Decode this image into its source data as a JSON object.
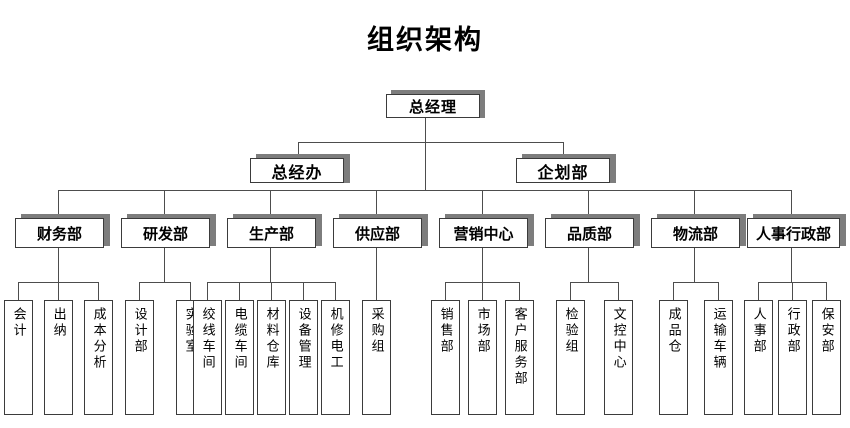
{
  "title": "组织架构",
  "colors": {
    "background": "#ffffff",
    "box_fill": "#ffffff",
    "box_border": "#3b3b3b",
    "box_shadow": "#7d7d7d",
    "line": "#4d4d4d",
    "text": "#000000"
  },
  "levels": {
    "level1": [
      {
        "label": "总经理"
      }
    ],
    "level2": [
      {
        "label": "总经办"
      },
      {
        "label": "企划部"
      }
    ],
    "level3": [
      {
        "label": "财务部"
      },
      {
        "label": "研发部"
      },
      {
        "label": "生产部"
      },
      {
        "label": "供应部"
      },
      {
        "label": "营销中心"
      },
      {
        "label": "品质部"
      },
      {
        "label": "物流部"
      },
      {
        "label": "人事行政部"
      }
    ],
    "level4": [
      {
        "label": "会计",
        "parent": "财务部"
      },
      {
        "label": "出纳",
        "parent": "财务部"
      },
      {
        "label": "成本分析",
        "parent": "财务部"
      },
      {
        "label": "设计部",
        "parent": "研发部"
      },
      {
        "label": "实验室",
        "parent": "研发部"
      },
      {
        "label": "绞线车间",
        "parent": "生产部"
      },
      {
        "label": "电缆车间",
        "parent": "生产部"
      },
      {
        "label": "材料仓库",
        "parent": "生产部"
      },
      {
        "label": "设备管理",
        "parent": "生产部"
      },
      {
        "label": "机修电工",
        "parent": "生产部"
      },
      {
        "label": "采购组",
        "parent": "供应部"
      },
      {
        "label": "销售部",
        "parent": "营销中心"
      },
      {
        "label": "市场部",
        "parent": "营销中心"
      },
      {
        "label": "客户服务部",
        "parent": "营销中心"
      },
      {
        "label": "检验组",
        "parent": "品质部"
      },
      {
        "label": "文控中心",
        "parent": "品质部"
      },
      {
        "label": "成品仓",
        "parent": "物流部"
      },
      {
        "label": "运输车辆",
        "parent": "物流部"
      },
      {
        "label": "人事部",
        "parent": "人事行政部"
      },
      {
        "label": "行政部",
        "parent": "人事行政部"
      },
      {
        "label": "保安部",
        "parent": "人事行政部"
      }
    ]
  }
}
